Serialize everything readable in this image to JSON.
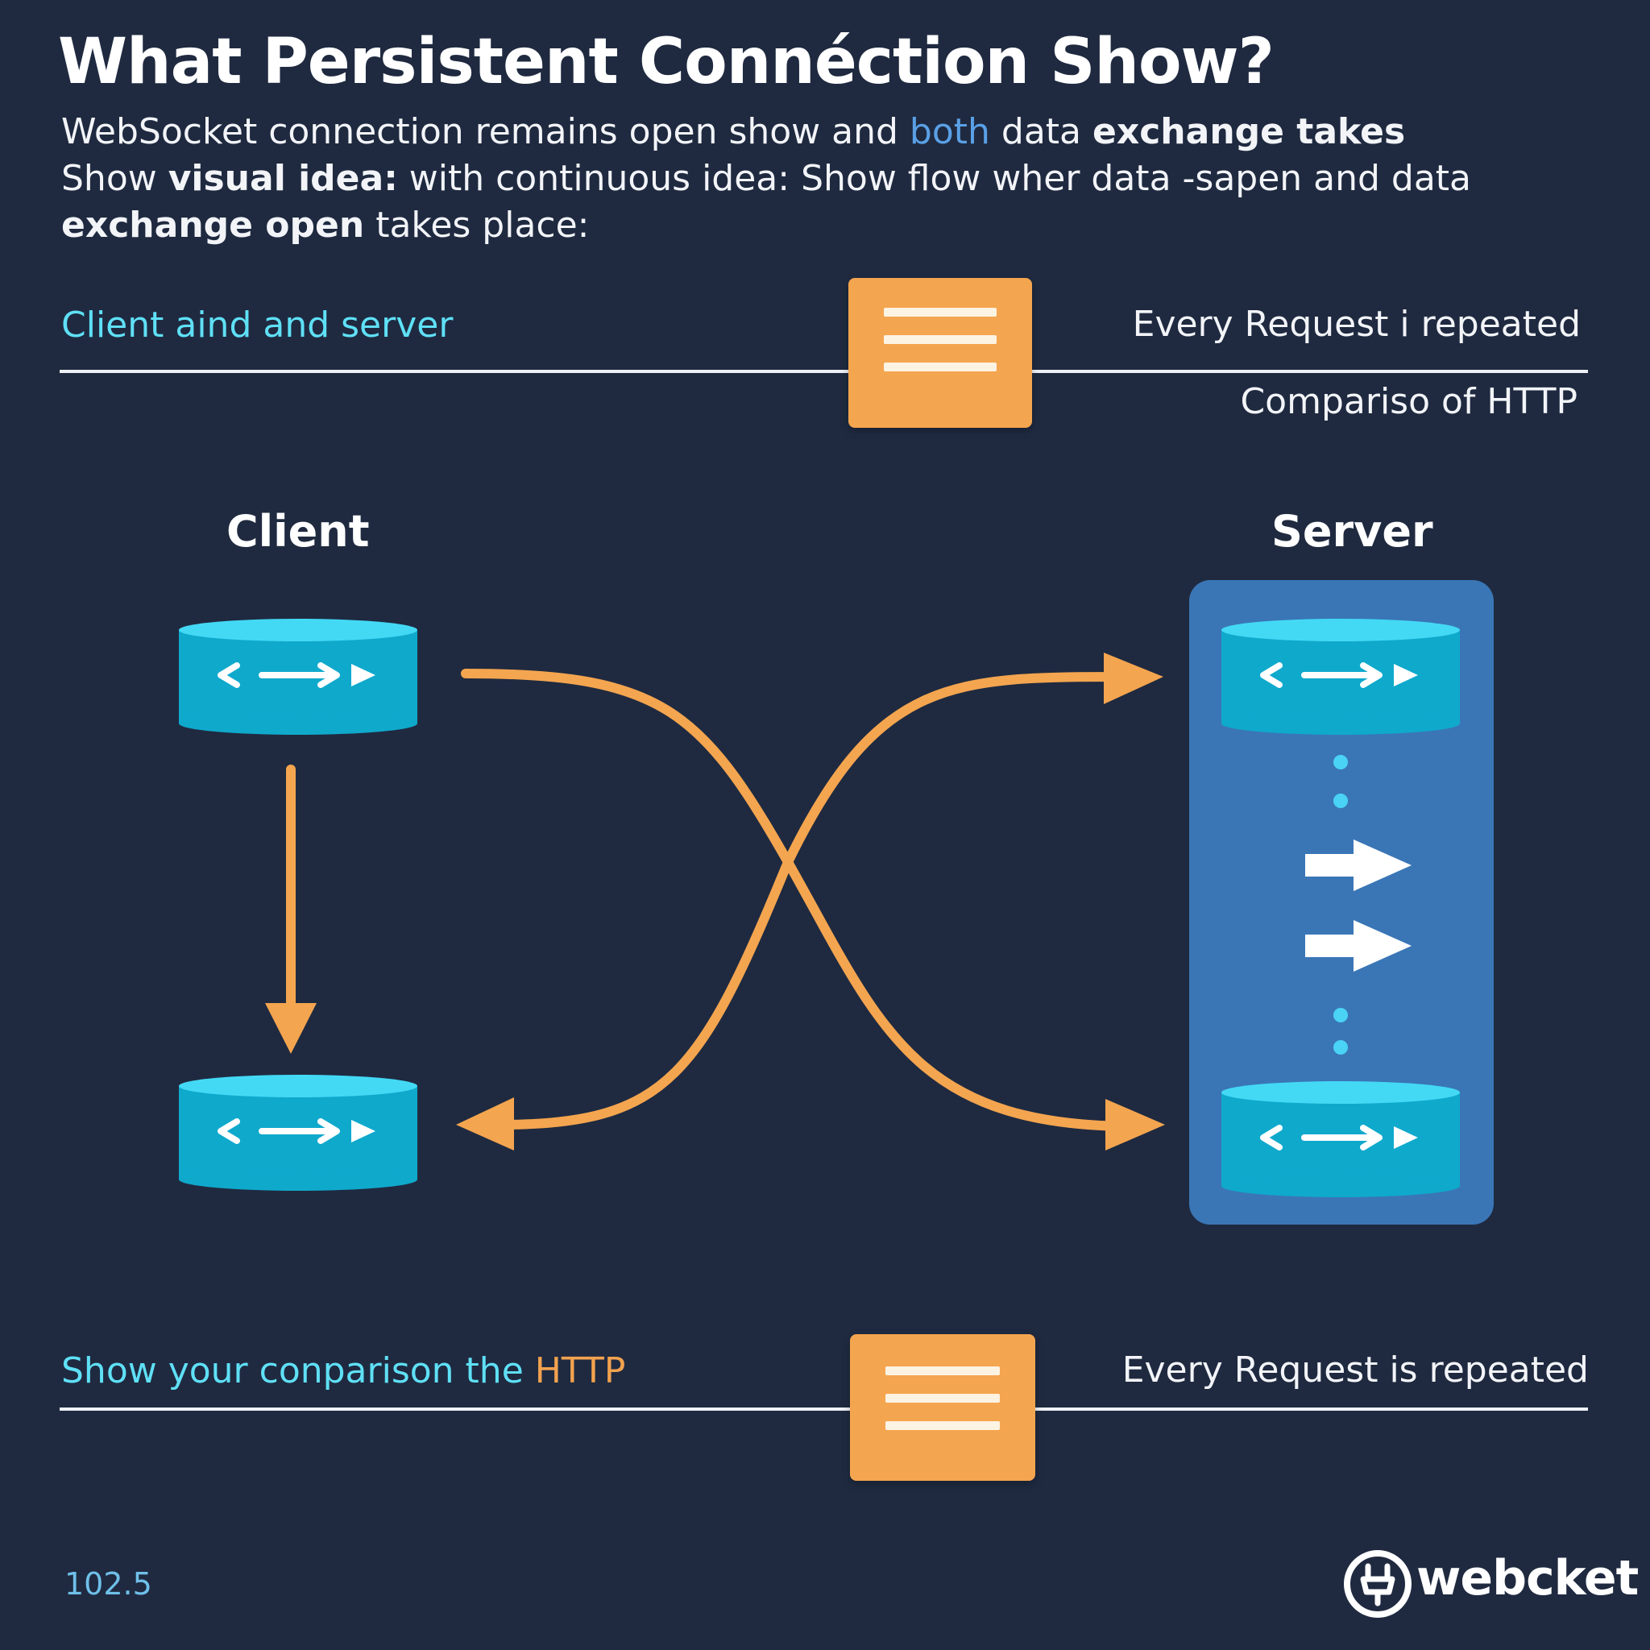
{
  "header": {
    "title": "What Persistent Connéction Show?",
    "intro_line1_a": "WebSocket connection remains   open show and ",
    "intro_line1_b": "both",
    "intro_line1_c": " data ",
    "intro_line1_d": "exchange takes",
    "intro_line2_a": "Show ",
    "intro_line2_b": "visual idea:",
    "intro_line2_c": " with continuous idea:  Show flow wher data -sapen and data",
    "intro_line3_a": "exchange open",
    "intro_line3_b": " takes place:"
  },
  "top_band": {
    "left_label": "Client aind and server",
    "right_label": "Every Request i repeated",
    "right_sublabel": "Compariso of HTTP",
    "icon": "document-lines-icon"
  },
  "diagram": {
    "client_label": "Client",
    "server_label": "Server",
    "node_icon": "bidirectional-arrows-icon",
    "colors": {
      "accent": "#f4a54f",
      "node": "#19b8d8",
      "panel": "#3a76b6"
    }
  },
  "bottom_band": {
    "left_label_a": "Show your conparison the ",
    "left_label_b": "HTTP",
    "right_label": "Every Request is repeated",
    "icon": "document-lines-icon"
  },
  "footer": {
    "number": "102.5",
    "brand": "webcket"
  }
}
